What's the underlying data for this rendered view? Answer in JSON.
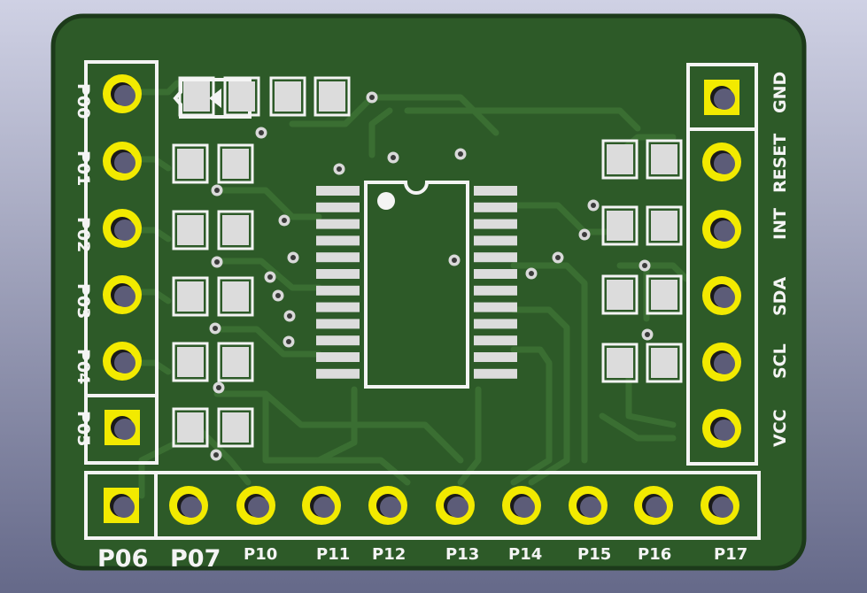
{
  "colors": {
    "background_top": "#c8cade",
    "background_bottom": "#666a8a",
    "board": "#2d5a28",
    "board_edge": "#1c3a1a",
    "trace": "#3a6e32",
    "copper_ring": "#f2ea00",
    "drill": "#5c5c78",
    "silkscreen": "#f4f4f4"
  },
  "left_header": {
    "labels": [
      "P00",
      "P01",
      "P02",
      "P03",
      "P04",
      "P05"
    ]
  },
  "right_header": {
    "labels": [
      "GND",
      "RESET",
      "INT",
      "SDA",
      "SCL",
      "VCC"
    ]
  },
  "bottom_header": {
    "labels": [
      "P06",
      "P07",
      "P10",
      "P11",
      "P12",
      "P13",
      "P14",
      "P15",
      "P16",
      "P17"
    ]
  }
}
